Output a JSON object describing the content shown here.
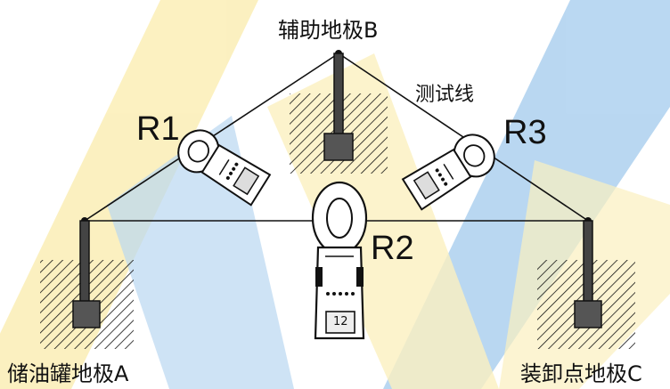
{
  "electrodes": {
    "auxiliary": {
      "label": "辅助地极B"
    },
    "tank": {
      "label": "储油罐地极A"
    },
    "unloading": {
      "label": "装卸点地极C"
    }
  },
  "wire_label": "测试线",
  "meters": {
    "r1": {
      "label": "R1"
    },
    "r2": {
      "label": "R2",
      "display": "12"
    },
    "r3": {
      "label": "R3"
    }
  },
  "colors": {
    "line": "#111111",
    "watermark_yellow": "#f5d64c",
    "watermark_blue": "#3a8fd9",
    "meter_fill": "#ffffff"
  }
}
